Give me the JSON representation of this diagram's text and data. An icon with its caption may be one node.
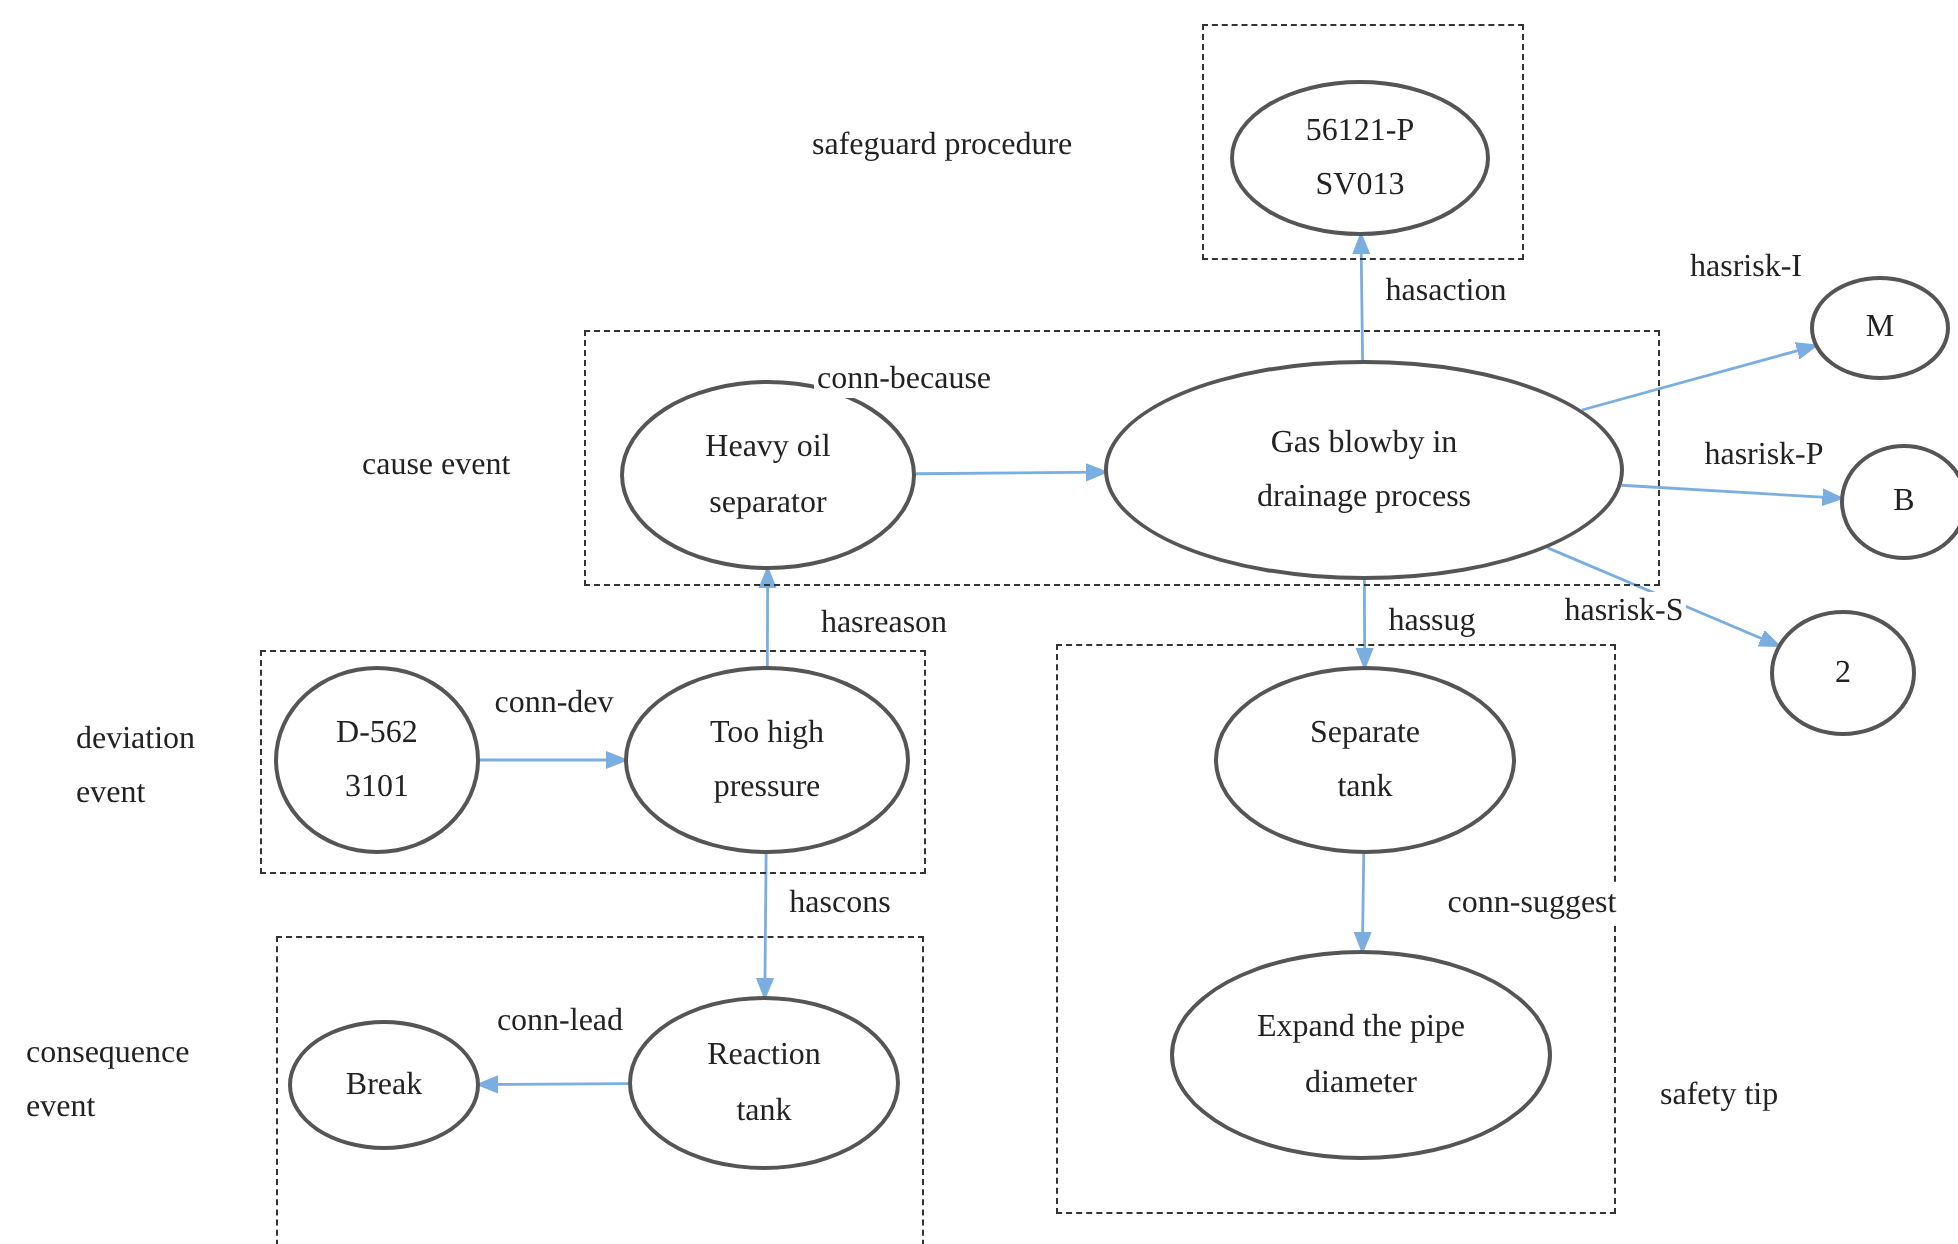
{
  "diagram": {
    "nodes": [
      {
        "text": [
          "safeguard procedure"
        ]
      },
      {
        "text": [
          "56121-P SV013"
        ],
        "in": 0
      },
      {
        "text": [
          "cause event"
        ]
      },
      {
        "text": [
          "Heavy oil separator"
        ],
        "in": 2
      },
      {
        "text": [
          "Gas blowby in drainage process"
        ],
        "in": 2
      },
      {
        "text": [
          "deviation event"
        ]
      },
      {
        "text": [
          "D-562 3101"
        ],
        "in": 5
      },
      {
        "text": [
          "Too high pressure"
        ],
        "in": 5
      },
      {
        "text": [
          "consequence event"
        ]
      },
      {
        "text": [
          "Break"
        ],
        "in": 8
      },
      {
        "text": [
          "Reaction tank"
        ],
        "in": 8
      },
      {
        "text": [
          "safety tip"
        ]
      },
      {
        "text": [
          "Separate tank"
        ],
        "in": 11
      },
      {
        "text": [
          "Expand the pipe diameter"
        ],
        "in": 11
      },
      {
        "text": [
          "M"
        ]
      },
      {
        "text": [
          "B"
        ]
      },
      {
        "text": [
          "2"
        ]
      }
    ],
    "edges": [
      {
        "from": 3,
        "to": 4,
        "arrow": "to",
        "label": "conn-because"
      },
      {
        "from": 4,
        "to": 1,
        "arrow": "to",
        "label": "hasaction"
      },
      {
        "from": 4,
        "to": 14,
        "arrow": "to",
        "label": "hasrisk-I"
      },
      {
        "from": 4,
        "to": 15,
        "arrow": "to",
        "label": "hasrisk-P"
      },
      {
        "from": 4,
        "to": 16,
        "arrow": "to",
        "label": "hasrisk-S"
      },
      {
        "from": 4,
        "to": 12,
        "arrow": "to",
        "label": "hassug"
      },
      {
        "from": 7,
        "to": 3,
        "arrow": "to",
        "label": "hasreason"
      },
      {
        "from": 6,
        "to": 7,
        "arrow": "to",
        "label": "conn-dev"
      },
      {
        "from": 7,
        "to": 10,
        "arrow": "to",
        "label": "hascons"
      },
      {
        "from": 10,
        "to": 9,
        "arrow": "to",
        "label": "conn-lead"
      },
      {
        "from": 12,
        "to": 13,
        "arrow": "to",
        "label": "conn-suggest"
      }
    ]
  }
}
